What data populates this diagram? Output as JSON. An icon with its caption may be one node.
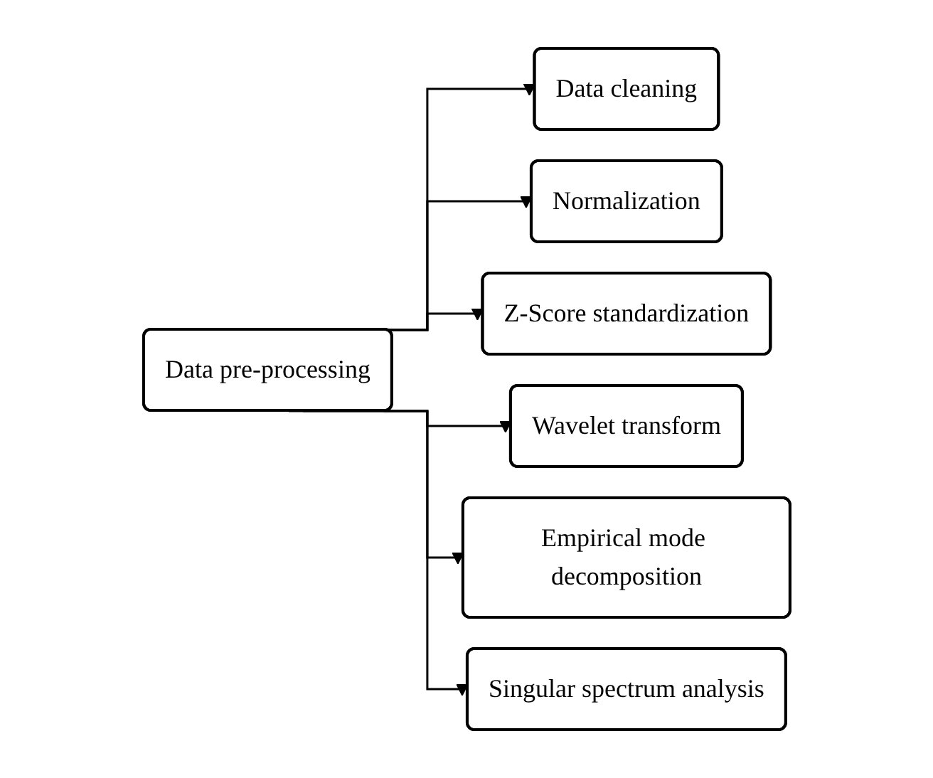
{
  "diagram": {
    "nodes": [
      {
        "text": [
          "Data pre-processing"
        ]
      },
      {
        "text": [
          "Data cleaning"
        ]
      },
      {
        "text": [
          "Normalization"
        ]
      },
      {
        "text": [
          "Z-Score standardization"
        ]
      },
      {
        "text": [
          "Wavelet transform"
        ]
      },
      {
        "text": [
          "Empirical mode decomposition"
        ]
      },
      {
        "text": [
          "Singular spectrum analysis"
        ]
      }
    ],
    "edges": [
      {
        "from": 0,
        "to": 1,
        "arrow": "to"
      },
      {
        "from": 0,
        "to": 2,
        "arrow": "to"
      },
      {
        "from": 0,
        "to": 3,
        "arrow": "to"
      },
      {
        "from": 0,
        "to": 4,
        "arrow": "to"
      },
      {
        "from": 0,
        "to": 5,
        "arrow": "to"
      },
      {
        "from": 0,
        "to": 6,
        "arrow": "to"
      }
    ]
  }
}
